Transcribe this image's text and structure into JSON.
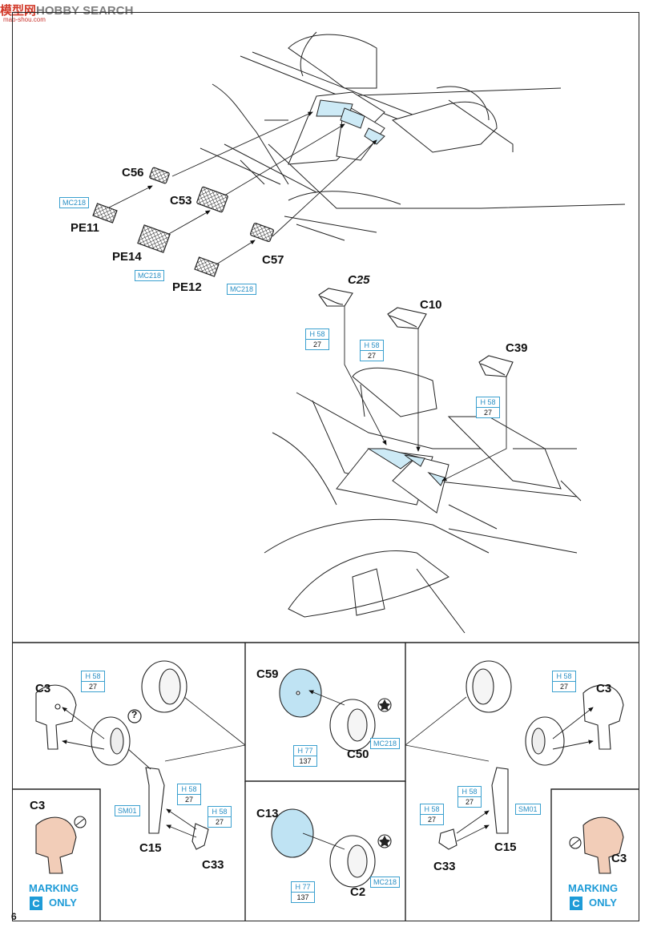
{
  "watermark": {
    "site": "HOBBY SEARCH",
    "prefix": "模型网",
    "sub": "mao-shou.com"
  },
  "page_number": "6",
  "top": {
    "part_labels": {
      "c56": "C56",
      "c53": "C53",
      "pe11": "PE11",
      "pe14": "PE14",
      "c57": "C57",
      "pe12": "PE12",
      "c25": "C25",
      "c10": "C10",
      "c39": "C39"
    },
    "color_codes": {
      "mc218_a": "MC218",
      "mc218_b": "MC218",
      "mc218_c": "MC218"
    },
    "paint_boxes": [
      {
        "top": "H 58",
        "bottom": "27"
      },
      {
        "top": "H 58",
        "bottom": "27"
      },
      {
        "top": "H 58",
        "bottom": "27"
      }
    ]
  },
  "bottom": {
    "left": {
      "c3": "C3",
      "c15": "C15",
      "c33": "C33",
      "q": "?",
      "paint_c3": {
        "top": "H 58",
        "bottom": "27"
      },
      "paint_c15": {
        "top": "H 58",
        "bottom": "27"
      },
      "paint_c33": {
        "top": "H 58",
        "bottom": "27"
      },
      "sm01": "SM01"
    },
    "center": {
      "c59": "C59",
      "c50": "C50",
      "c13": "C13",
      "c2": "C2",
      "paint_c50": {
        "top": "H 77",
        "bottom": "137"
      },
      "paint_c2": {
        "top": "H 77",
        "bottom": "137"
      },
      "mc218_c50": "MC218",
      "mc218_c2": "MC218"
    },
    "right": {
      "c3": "C3",
      "c15": "C15",
      "c33": "C33",
      "paint_c3": {
        "top": "H 58",
        "bottom": "27"
      },
      "paint_c15": {
        "top": "H 58",
        "bottom": "27"
      },
      "paint_c33": {
        "top": "H 58",
        "bottom": "27"
      },
      "sm01": "SM01"
    },
    "marking_left": {
      "title": "MARKING",
      "letter": "C",
      "only": "ONLY",
      "part": "C3"
    },
    "marking_right": {
      "title": "MARKING",
      "letter": "C",
      "only": "ONLY",
      "part": "C3"
    }
  },
  "colors": {
    "accent_blue": "#1e9bd7",
    "paint_box": "#3aa0cf",
    "decal_blue": "#bfe3f3",
    "marking_flesh": "#f2cdb8"
  }
}
